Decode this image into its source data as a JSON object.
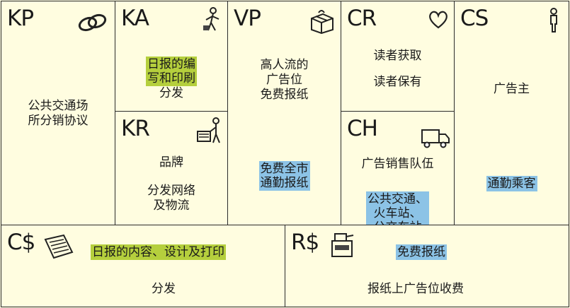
{
  "kp": {
    "code": "KP",
    "text": "公共交通场\n所分销协议"
  },
  "ka": {
    "code": "KA",
    "highlight": "日报的编\n写和印刷",
    "text": "分发"
  },
  "kr": {
    "code": "KR",
    "text1": "品牌",
    "text2": "分发网络\n及物流"
  },
  "vp": {
    "code": "VP",
    "text": "高人流的\n广告位\n免费报纸",
    "highlight": "免费全市\n通勤报纸"
  },
  "cr": {
    "code": "CR",
    "text1": "读者获取",
    "text2": "读者保有"
  },
  "ch": {
    "code": "CH",
    "text": "广告销售队伍",
    "highlight": "公共交通、\n火车站、\n公交车站"
  },
  "cs": {
    "code": "CS",
    "text": "广告主",
    "highlight": "通勤乘客"
  },
  "cost": {
    "code": "C$",
    "highlight": "日报的内容、设计及打印",
    "text": "分发"
  },
  "rev": {
    "code": "R$",
    "highlight": "免费报纸",
    "text": "报纸上广告位收费"
  },
  "colors": {
    "background": "#fffde0",
    "border": "#2b2b2b",
    "highlight_green": "#b5cf3d",
    "highlight_blue": "#8cc3e6"
  },
  "icons": [
    "chain-link-icon",
    "worker-icon",
    "factory-worker-icon",
    "gift-box-icon",
    "heart-icon",
    "delivery-truck-icon",
    "person-icon",
    "price-tag-icon",
    "cash-register-icon"
  ]
}
